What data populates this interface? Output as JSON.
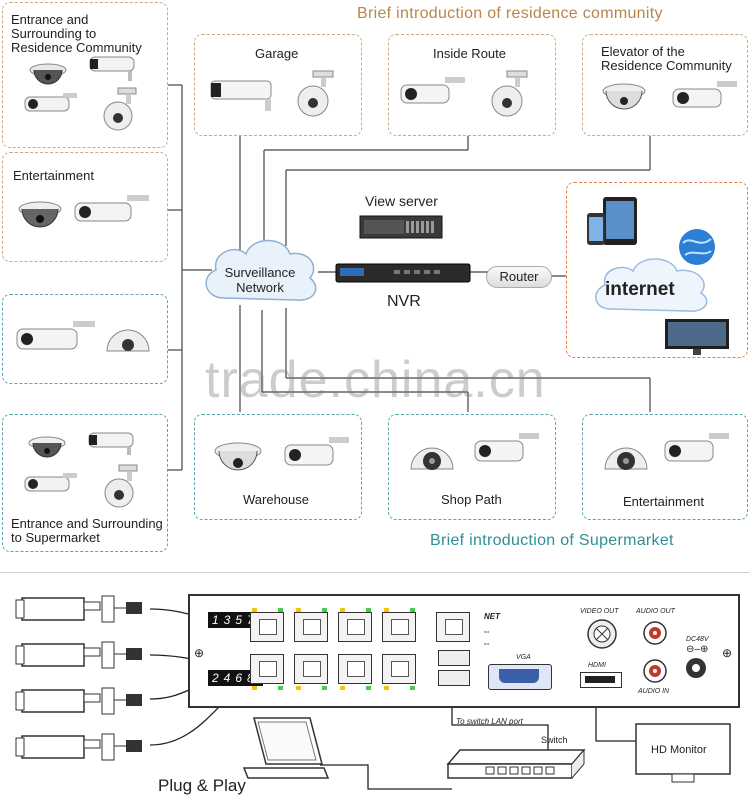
{
  "top": {
    "title_residence": "Brief introduction of residence community",
    "title_supermarket": "Brief introduction of Supermarket",
    "zones": {
      "entrance_residence": "Entrance and Surrounding to Residence Community",
      "entertainment_left": "Entertainment",
      "garage": "Garage",
      "inside_route": "Inside Route",
      "elevator": "Elevator of the Residence Community",
      "warehouse": "Warehouse",
      "shop_path": "Shop Path",
      "entertainment_right": "Entertainment",
      "entrance_supermarket": "Entrance and Surrounding to Supermarket"
    },
    "network": {
      "cloud_label": "Surveillance Network",
      "view_server": "View server",
      "nvr": "NVR",
      "router": "Router",
      "internet": "internet"
    },
    "watermark": "trade.china.cn"
  },
  "bottom": {
    "port_numbers_top": "1357",
    "port_numbers_bottom": "2468",
    "net_label": "NET",
    "video_out": "VIDEO OUT",
    "audio_out": "AUDIO OUT",
    "audio_in": "AUDIO IN",
    "dc": "DC48V",
    "vga": "VGA",
    "hdmi": "HDMI",
    "lan_note": "To switch LAN port",
    "switch": "Switch",
    "hd_monitor": "HD Monitor",
    "plug_play": "Plug & Play"
  },
  "colors": {
    "gold_title": "#b7874a",
    "teal_title": "#2f8f96",
    "residence_border": "#c9a98a",
    "supermarket_border": "#5aa6ad",
    "internet_border": "#e8804a"
  }
}
